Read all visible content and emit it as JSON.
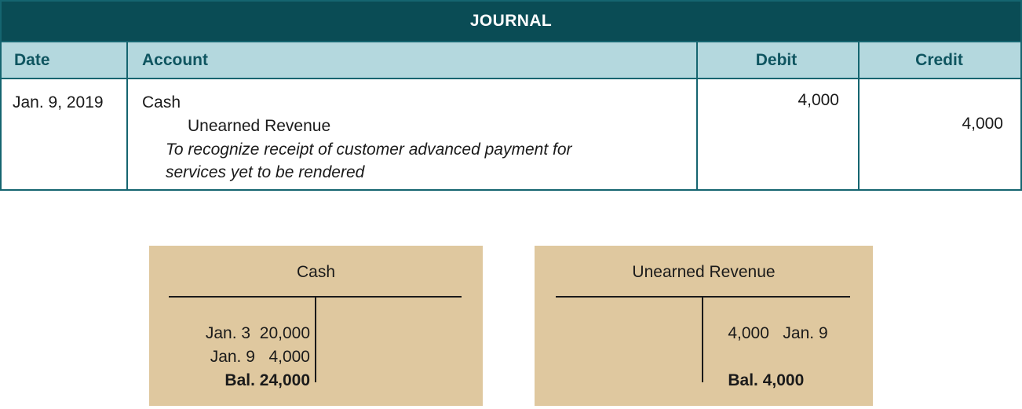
{
  "journal": {
    "title": "JOURNAL",
    "columns": {
      "date": "Date",
      "account": "Account",
      "debit": "Debit",
      "credit": "Credit"
    },
    "entry": {
      "date": "Jan. 9, 2019",
      "debit_account": "Cash",
      "credit_account": "Unearned Revenue",
      "description_line1": "To recognize receipt of customer advanced payment for",
      "description_line2": "services yet to be rendered",
      "debit_amount": "4,000",
      "credit_amount": "4,000"
    }
  },
  "t_accounts": [
    {
      "name": "Cash",
      "debit_rows": [
        {
          "label": "Jan. 3",
          "amount": "20,000",
          "bold": false
        },
        {
          "label": "Jan. 9",
          "amount": "4,000",
          "bold": false
        },
        {
          "label": "Bal.",
          "amount": "24,000",
          "bold": true
        }
      ],
      "credit_rows": []
    },
    {
      "name": "Unearned Revenue",
      "debit_rows": [],
      "credit_rows": [
        {
          "label": "Jan. 9",
          "amount": "4,000",
          "bold": false
        },
        {
          "label": "Bal.",
          "amount": "4,000",
          "bold": true
        }
      ]
    }
  ],
  "colors": {
    "title_bar": "#0a4c55",
    "header_row": "#b4d8de",
    "border": "#156570",
    "t_account_bg": "#dfc89f",
    "header_text": "#0f5560"
  }
}
